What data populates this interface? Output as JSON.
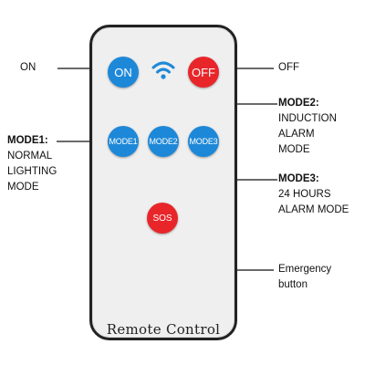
{
  "remote": {
    "label": "Remote Control",
    "buttons": {
      "on": "ON",
      "off": "OFF",
      "mode1": "MODE1",
      "mode2": "MODE2",
      "mode3": "MODE3",
      "sos": "SOS"
    },
    "colors": {
      "blue": "#1e88d8",
      "red": "#e8262a"
    },
    "signal_icon": "wifi-icon"
  },
  "annotations": {
    "on": "ON",
    "off": "OFF",
    "mode1": {
      "title": "MODE1:",
      "lines": [
        "NORMAL",
        "LIGHTING",
        "MODE"
      ]
    },
    "mode2": {
      "title": "MODE2:",
      "lines": [
        "INDUCTION",
        "ALARM",
        "MODE"
      ]
    },
    "mode3": {
      "title": "MODE3:",
      "lines": [
        "24 HOURS",
        "ALARM MODE"
      ]
    },
    "sos": {
      "lines": [
        "Emergency",
        "button"
      ]
    }
  }
}
